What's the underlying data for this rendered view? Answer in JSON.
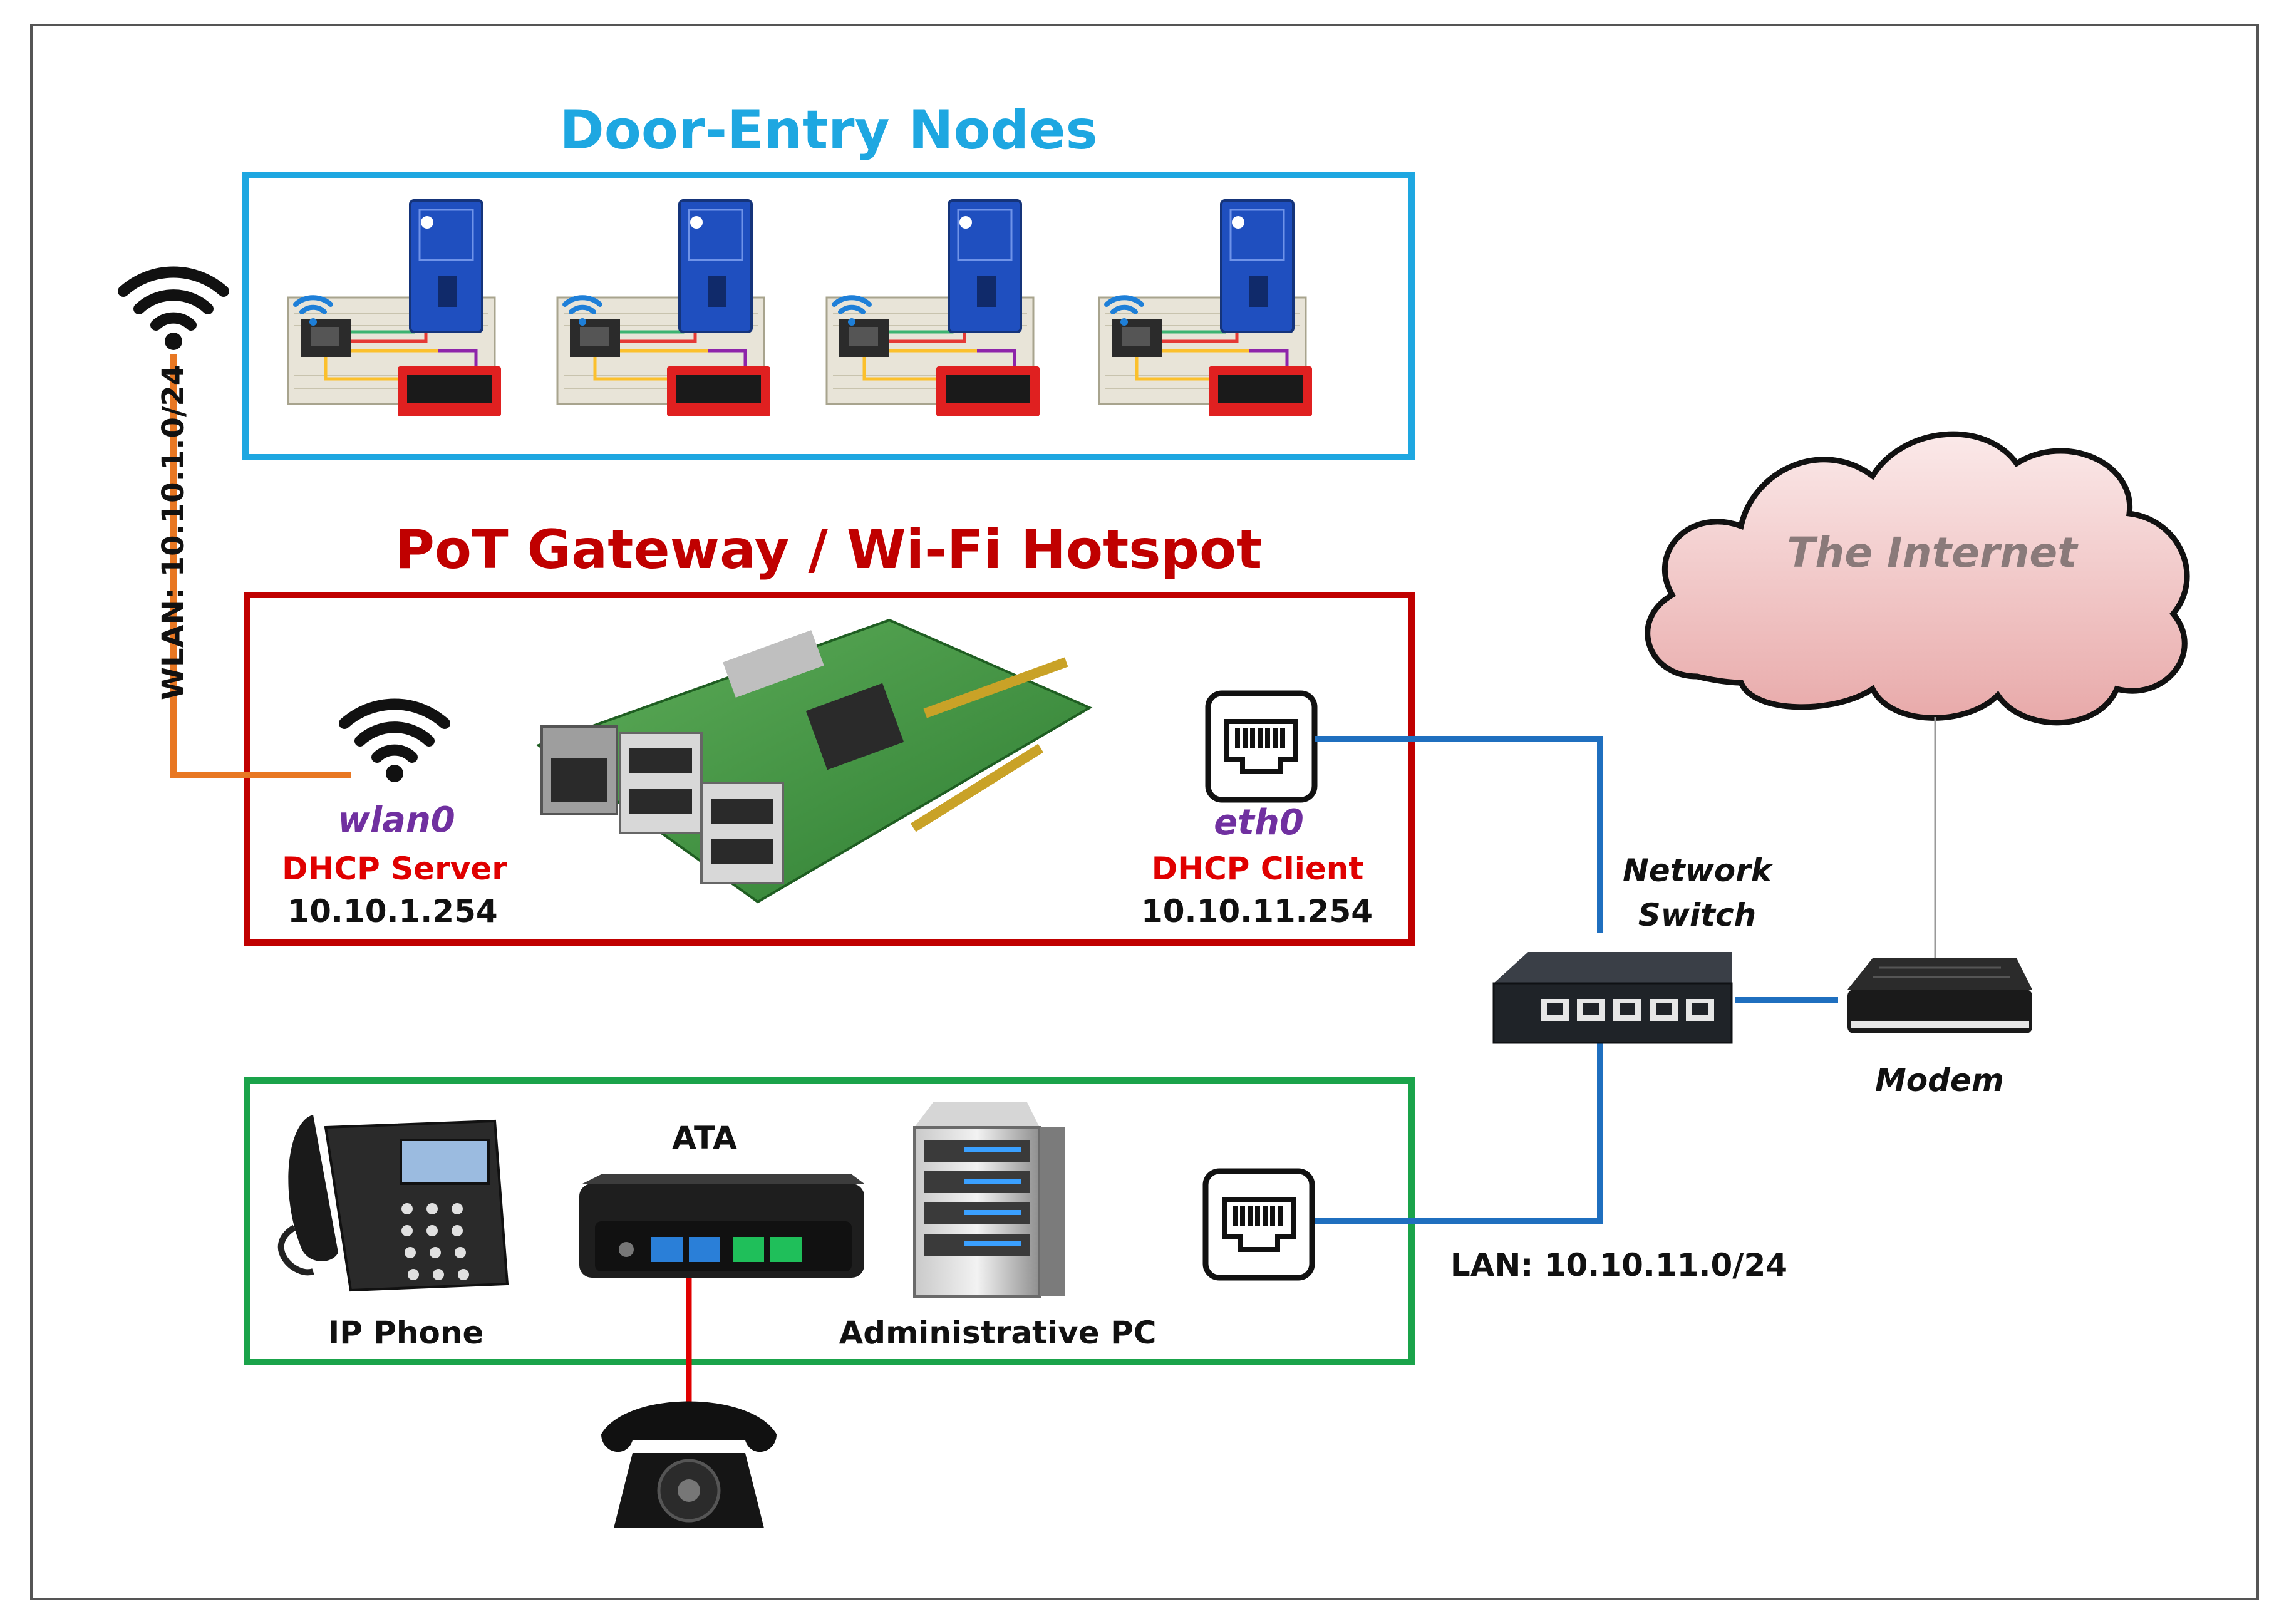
{
  "titles": {
    "door_nodes": "Door-Entry Nodes",
    "gateway": "PoT Gateway / Wi-Fi Hotspot"
  },
  "gateway": {
    "wlan_iface": "wlan0",
    "wlan_role": "DHCP Server",
    "wlan_ip": "10.10.1.254",
    "eth_iface": "eth0",
    "eth_role": "DHCP Client",
    "eth_ip": "10.10.11.254"
  },
  "networks": {
    "wlan": "WLAN: 10.10.1.0/24",
    "lan": "LAN: 10.10.11.0/24"
  },
  "devices": {
    "switch_line1": "Network",
    "switch_line2": "Switch",
    "modem": "Modem",
    "internet": "The Internet",
    "ata": "ATA",
    "ip_phone": "IP Phone",
    "admin_pc": "Administrative PC"
  },
  "colors": {
    "door_box": "#1ea7e1",
    "gateway_box": "#c00000",
    "lan_box": "#1aa34a",
    "lan_link": "#1f6fbf",
    "wlan_link": "#e87722",
    "phone_link": "#e00000",
    "cloud_fill": "#f2c9c9"
  },
  "icons": [
    "wifi-icon",
    "ethernet-port-icon",
    "raspberry-pi-board",
    "esp32-breadboard",
    "nfc-reader",
    "lcd-display",
    "network-switch",
    "modem",
    "cloud",
    "ip-phone",
    "ata-adapter",
    "server-pc",
    "rotary-phone"
  ]
}
